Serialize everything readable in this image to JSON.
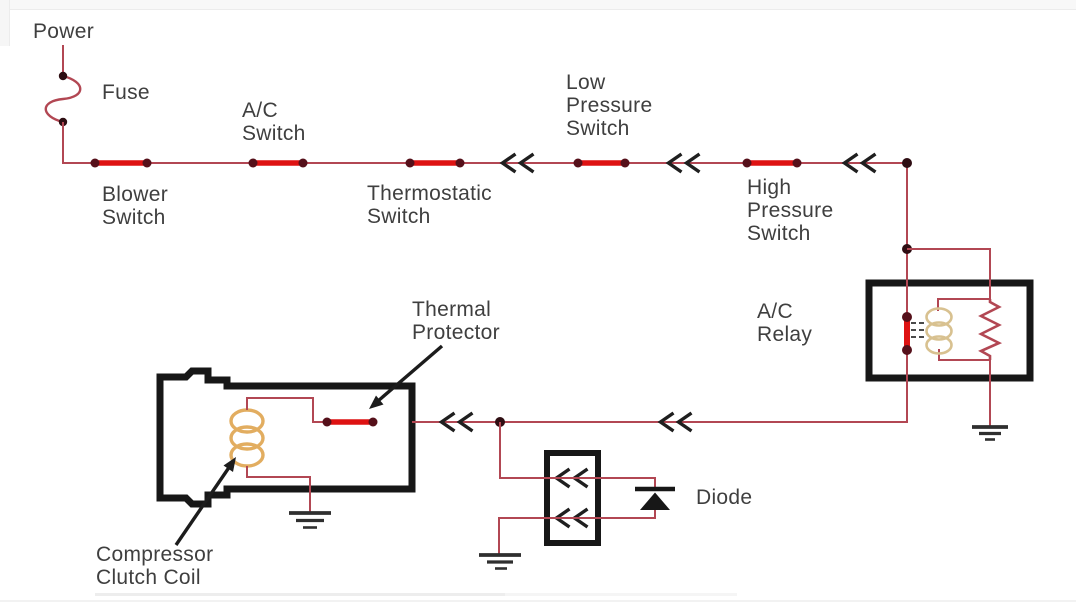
{
  "diagram": {
    "type": "circuit-schematic",
    "subject": "Automotive A/C compressor clutch electrical circuit"
  },
  "labels": {
    "power": [
      "Power"
    ],
    "fuse": [
      "Fuse"
    ],
    "blower_switch": [
      "Blower",
      "Switch"
    ],
    "ac_switch": [
      "A/C",
      "Switch"
    ],
    "thermostatic_switch": [
      "Thermostatic",
      "Switch"
    ],
    "low_pressure_switch": [
      "Low",
      "Pressure",
      "Switch"
    ],
    "high_pressure_switch": [
      "High",
      "Pressure",
      "Switch"
    ],
    "ac_relay": [
      "A/C",
      "Relay"
    ],
    "thermal_protector": [
      "Thermal",
      "Protector"
    ],
    "compressor_clutch_coil": [
      "Compressor",
      "Clutch Coil"
    ],
    "diode": [
      "Diode"
    ]
  },
  "colors": {
    "wire": "#b24753",
    "contact": "#de1212",
    "contact_dot": "#55101a",
    "junction_dot": "#2e0d12",
    "coil_orange": "#e2ad60",
    "coil_tan": "#d8c190",
    "outline": "#171717",
    "chevron": "#1f1f1f",
    "ground": "#2f2f2f",
    "arrow": "#1c1c1c",
    "text": "#3f3f3f"
  }
}
